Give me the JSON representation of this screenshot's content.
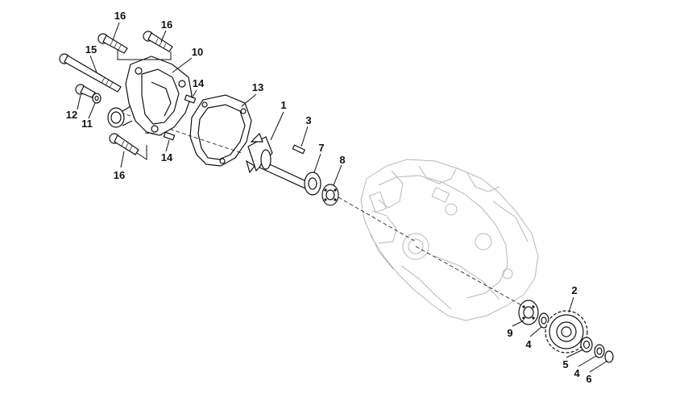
{
  "diagram": {
    "callouts": {
      "c1": "1",
      "c2": "2",
      "c3": "3",
      "c4a": "4",
      "c4b": "4",
      "c5": "5",
      "c6": "6",
      "c7": "7",
      "c8": "8",
      "c9": "9",
      "c10": "10",
      "c11": "11",
      "c12": "12",
      "c13": "13",
      "c14a": "14",
      "c14b": "14",
      "c15": "15",
      "c16a": "16",
      "c16b": "16",
      "c16c": "16"
    }
  }
}
